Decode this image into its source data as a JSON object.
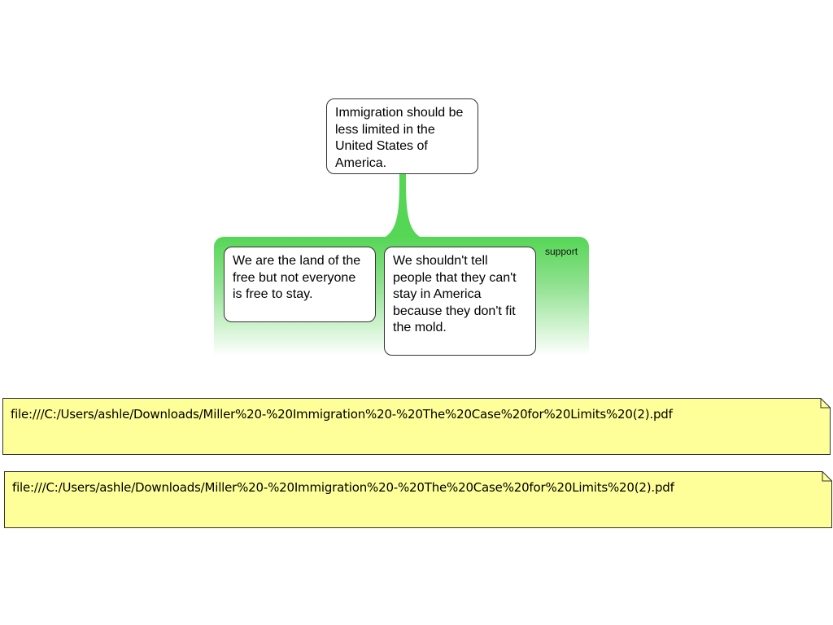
{
  "claim": {
    "text": "Immigration should be less limited in the United States of America."
  },
  "support_group": {
    "label": "support",
    "color": "#55d655",
    "reasons": [
      {
        "text": "We are the land of the free but not everyone is free to stay."
      },
      {
        "text": "We shouldn't tell people that they can't stay in America because they don't fit the mold."
      }
    ]
  },
  "notes": [
    {
      "text": "file:///C:/Users/ashle/Downloads/Miller%20-%20Immigration%20-%20The%20Case%20for%20Limits%20(2).pdf"
    },
    {
      "text": "file:///C:/Users/ashle/Downloads/Miller%20-%20Immigration%20-%20The%20Case%20for%20Limits%20(2).pdf"
    }
  ],
  "note_color": "#ffff99"
}
